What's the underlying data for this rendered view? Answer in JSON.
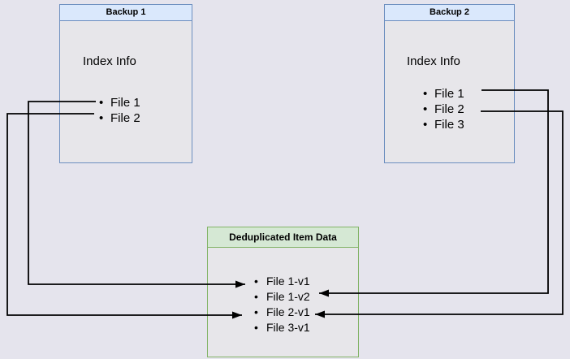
{
  "diagram": {
    "backup1": {
      "title": "Backup 1",
      "index_label": "Index Info",
      "items": [
        "File 1",
        "File 2"
      ]
    },
    "backup2": {
      "title": "Backup 2",
      "index_label": "Index Info",
      "items": [
        "File 1",
        "File 2",
        "File 3"
      ]
    },
    "dedup": {
      "title": "Deduplicated Item Data",
      "items": [
        "File 1-v1",
        "File 1-v2",
        "File 2-v1",
        "File 3-v1"
      ]
    },
    "connections": [
      {
        "from": "Backup 1 / File 1",
        "to": "File 1-v1"
      },
      {
        "from": "Backup 1 / File 2",
        "to": "File 2-v1"
      },
      {
        "from": "Backup 2 / File 1",
        "to": "File 1-v2"
      },
      {
        "from": "Backup 2 / File 2",
        "to": "File 2-v1"
      }
    ],
    "colors": {
      "page_bg": "#e5e4ed",
      "box_fill": "#e7e6ea",
      "blue_header_bg": "#dae8fc",
      "blue_border": "#6c8ebf",
      "green_header_bg": "#d5e8d4",
      "green_border": "#82b366",
      "line_color": "#000000",
      "text_color": "#000000"
    }
  }
}
